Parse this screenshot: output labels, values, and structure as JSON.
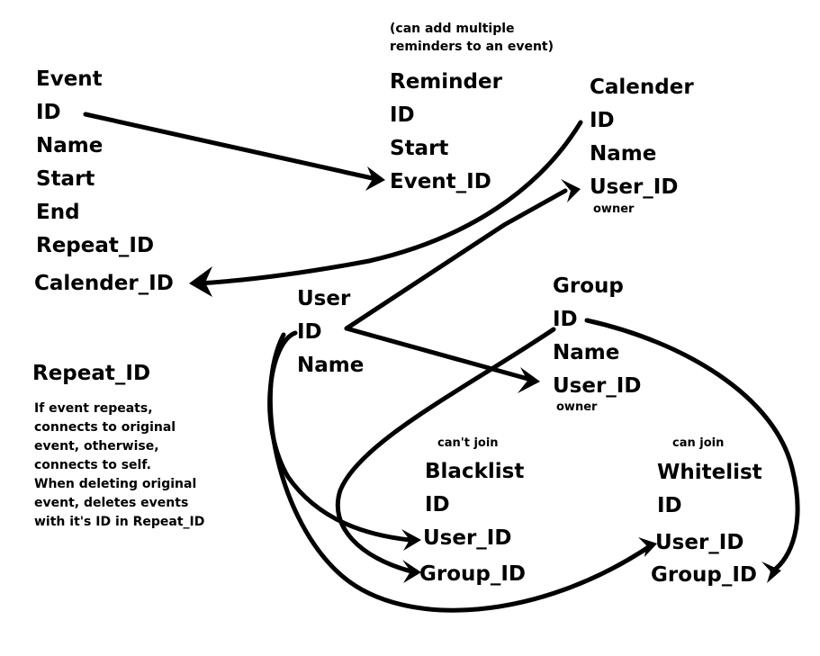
{
  "event": {
    "title": "Event",
    "fields": [
      "ID",
      "Name",
      "Start",
      "End",
      "Repeat_ID",
      "Calender_ID"
    ]
  },
  "reminder": {
    "note_line1": "(can add multiple",
    "note_line2": "reminders to an event)",
    "title": "Reminder",
    "fields": [
      "ID",
      "Start",
      "Event_ID"
    ]
  },
  "calender": {
    "title": "Calender",
    "fields": [
      "ID",
      "Name",
      "User_ID"
    ],
    "owner_note": "owner"
  },
  "user": {
    "title": "User",
    "fields": [
      "ID",
      "Name"
    ]
  },
  "group": {
    "title": "Group",
    "fields": [
      "ID",
      "Name",
      "User_ID"
    ],
    "owner_note": "owner"
  },
  "repeat_note": {
    "title": "Repeat_ID",
    "lines": [
      "If event repeats,",
      "connects to original",
      "event, otherwise,",
      "connects to self.",
      "When deleting original",
      "event, deletes events",
      "with it's ID in Repeat_ID"
    ]
  },
  "blacklist": {
    "note": "can't join",
    "title": "Blacklist",
    "fields": [
      "ID",
      "User_ID",
      "Group_ID"
    ]
  },
  "whitelist": {
    "note": "can join",
    "title": "Whitelist",
    "fields": [
      "ID",
      "User_ID",
      "Group_ID"
    ]
  },
  "colors": {
    "ink": "#000000",
    "background": "#ffffff"
  }
}
